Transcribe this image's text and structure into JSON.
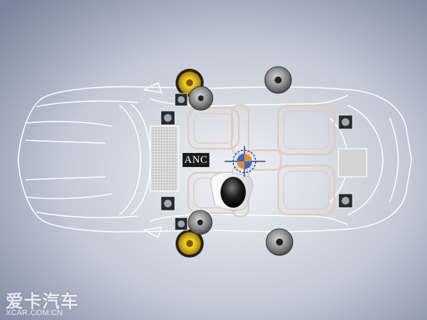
{
  "labels": {
    "anc": "ANC"
  },
  "watermark": {
    "brand_cn": "爱卡汽车",
    "site": "XCAR.COM.CN"
  },
  "colors": {
    "background_center": "#eef1f6",
    "background_edge": "#7a849c",
    "car_outline": "#ffffff",
    "seat_outline": "#e7c8b4",
    "woofer_cone": "#e0b300",
    "anc_label_bg": "#1b1b1b",
    "mic_orange": "#f08a24",
    "mic_blue": "#2f6ccf"
  },
  "icons": {
    "woofer": "woofer-speaker-icon",
    "midrange": "gray-speaker-icon",
    "tweeter": "square-tweeter-icon",
    "microphone": "crosshair-microphone-icon",
    "head": "driver-head-icon"
  }
}
